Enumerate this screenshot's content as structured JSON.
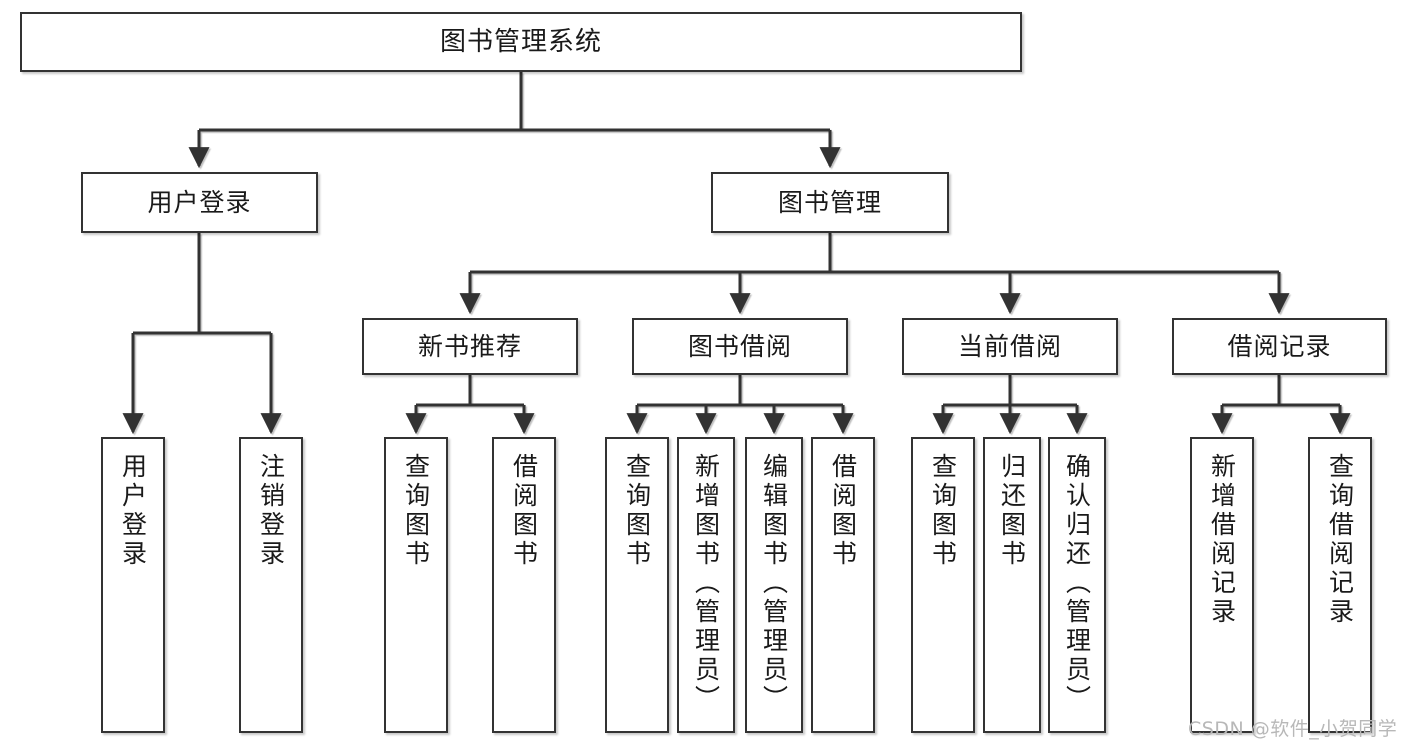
{
  "diagram": {
    "title": "图书管理系统",
    "type": "tree",
    "orientation": "top-down",
    "colors": {
      "box_border": "#333333",
      "box_fill": "#ffffff",
      "edge": "#333333",
      "text": "#1a1a1a",
      "watermark": "#b8b8b8",
      "background": "#ffffff"
    }
  },
  "watermark": {
    "text": "CSDN @软件_小贺同学"
  },
  "nodes": {
    "root": {
      "label": "图书管理系统"
    },
    "level2": [
      {
        "id": "user-login",
        "label": "用户登录"
      },
      {
        "id": "book-manage",
        "label": "图书管理"
      }
    ],
    "level3": [
      {
        "id": "new-book-recommend",
        "label": "新书推荐"
      },
      {
        "id": "book-borrow",
        "label": "图书借阅"
      },
      {
        "id": "current-borrow",
        "label": "当前借阅"
      },
      {
        "id": "borrow-record",
        "label": "借阅记录"
      }
    ],
    "leaves": [
      {
        "id": "leaf-user-login",
        "parent": "user-login",
        "label": "用户登录"
      },
      {
        "id": "leaf-logout",
        "parent": "user-login",
        "label": "注销登录"
      },
      {
        "id": "leaf-query-book-1",
        "parent": "new-book-recommend",
        "label": "查询图书"
      },
      {
        "id": "leaf-borrow-book-1",
        "parent": "new-book-recommend",
        "label": "借阅图书"
      },
      {
        "id": "leaf-query-book-2",
        "parent": "book-borrow",
        "label": "查询图书"
      },
      {
        "id": "leaf-add-book",
        "parent": "book-borrow",
        "label": "新增图书（管理员）"
      },
      {
        "id": "leaf-edit-book",
        "parent": "book-borrow",
        "label": "编辑图书（管理员）"
      },
      {
        "id": "leaf-borrow-book-2",
        "parent": "book-borrow",
        "label": "借阅图书"
      },
      {
        "id": "leaf-query-book-3",
        "parent": "current-borrow",
        "label": "查询图书"
      },
      {
        "id": "leaf-return-book",
        "parent": "current-borrow",
        "label": "归还图书"
      },
      {
        "id": "leaf-confirm-return",
        "parent": "current-borrow",
        "label": "确认归还（管理员）"
      },
      {
        "id": "leaf-add-record",
        "parent": "borrow-record",
        "label": "新增借阅记录"
      },
      {
        "id": "leaf-query-record",
        "parent": "borrow-record",
        "label": "查询借阅记录"
      }
    ]
  }
}
